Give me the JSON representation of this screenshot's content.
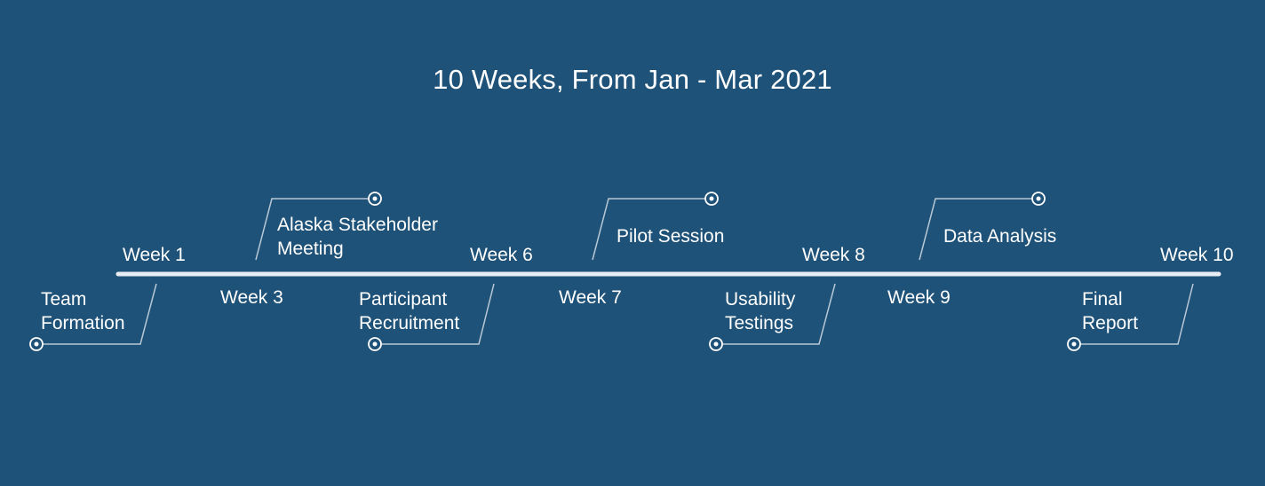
{
  "title": "10 Weeks, From Jan - Mar 2021",
  "colors": {
    "background": "#1f5278",
    "axis": "#ffffff",
    "connector": "#b8c8d6",
    "text": "#ffffff"
  },
  "weeks": [
    {
      "label": "Week 1"
    },
    {
      "label": "Week 3"
    },
    {
      "label": "Week 6"
    },
    {
      "label": "Week 7"
    },
    {
      "label": "Week 8"
    },
    {
      "label": "Week 9"
    },
    {
      "label": "Week 10"
    }
  ],
  "milestones": [
    {
      "line1": "Team",
      "line2": "Formation"
    },
    {
      "line1": "Alaska Stakeholder",
      "line2": "Meeting"
    },
    {
      "line1": "Participant",
      "line2": "Recruitment"
    },
    {
      "line1": "Pilot Session",
      "line2": ""
    },
    {
      "line1": "Usability",
      "line2": "Testings"
    },
    {
      "line1": "Data Analysis",
      "line2": ""
    },
    {
      "line1": "Final",
      "line2": "Report"
    }
  ]
}
